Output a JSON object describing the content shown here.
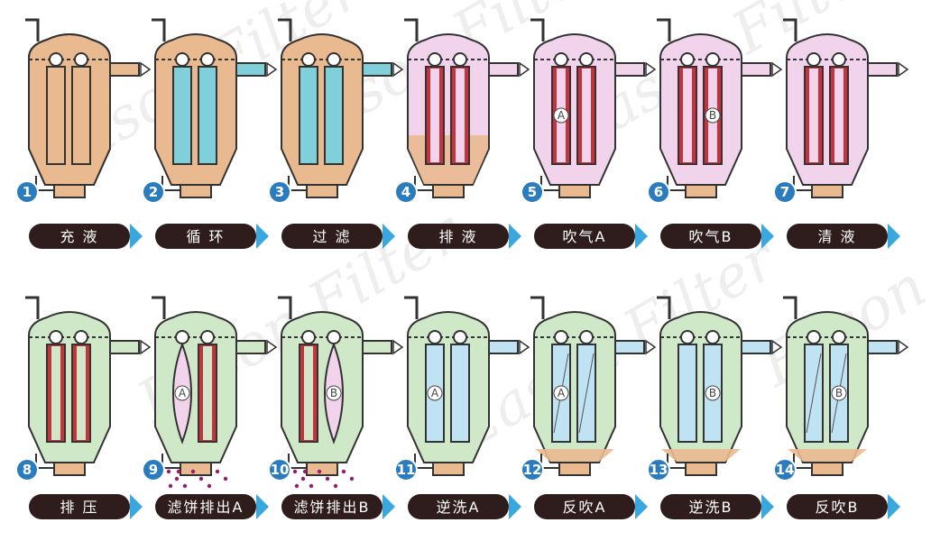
{
  "watermark": "Eason Filter",
  "colors": {
    "body_green": "#cfe8c7",
    "outline": "#333333",
    "liquid": "#e9b990",
    "liquid_dark": "#d89c6e",
    "pink": "#f2d3ec",
    "cyan": "#7fd0da",
    "blue_liquid": "#bfe3f2",
    "red_element": "#c8323c",
    "cake_dots": "#9a1a6e",
    "label_bg": "#2e1d1c",
    "label_arrow": "#3aa7dd",
    "badge": "#2b7bbf"
  },
  "steps": [
    {
      "num": "1",
      "label": "充  液",
      "fill": "liquid",
      "elements": "empty",
      "marker": ""
    },
    {
      "num": "2",
      "label": "循 环",
      "fill": "liquid",
      "elements": "cyan_taper",
      "marker": ""
    },
    {
      "num": "3",
      "label": "过  滤",
      "fill": "liquid",
      "elements": "cyan",
      "marker": ""
    },
    {
      "num": "4",
      "label": "排  液",
      "fill": "pink_liquid",
      "elements": "red",
      "marker": ""
    },
    {
      "num": "5",
      "label": "吹气A",
      "fill": "pink",
      "elements": "red",
      "marker": "A"
    },
    {
      "num": "6",
      "label": "吹气B",
      "fill": "pink",
      "elements": "red",
      "marker": "B"
    },
    {
      "num": "7",
      "label": "清  液",
      "fill": "pink",
      "elements": "red",
      "marker": ""
    },
    {
      "num": "8",
      "label": "排  压",
      "fill": "green",
      "elements": "red",
      "marker": ""
    },
    {
      "num": "9",
      "label": "滤饼排出A",
      "fill": "green",
      "elements": "bulge",
      "marker": "A"
    },
    {
      "num": "10",
      "label": "滤饼排出B",
      "fill": "green",
      "elements": "bulge",
      "marker": "B"
    },
    {
      "num": "11",
      "label": "逆洗A",
      "fill": "green",
      "elements": "blue",
      "marker": "A"
    },
    {
      "num": "12",
      "label": "反吹A",
      "fill": "green_liquid",
      "elements": "blue_diag",
      "marker": "A"
    },
    {
      "num": "13",
      "label": "逆洗B",
      "fill": "green_liquid",
      "elements": "blue",
      "marker": "B"
    },
    {
      "num": "14",
      "label": "反吹B",
      "fill": "green_liquid",
      "elements": "blue_diag",
      "marker": "B"
    }
  ]
}
